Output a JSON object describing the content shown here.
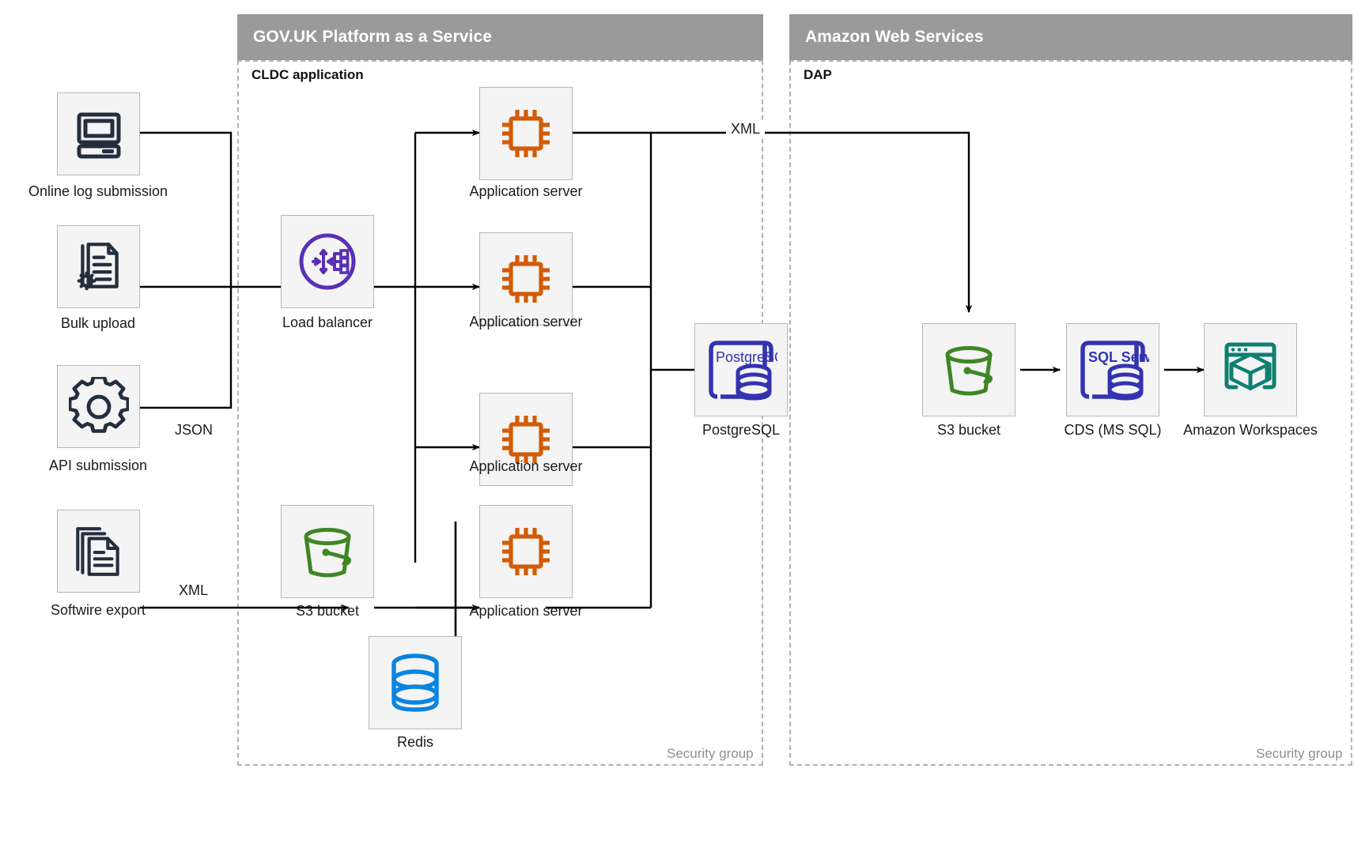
{
  "zones": [
    {
      "id": "paas",
      "title": "GOV.UK Platform as a Service",
      "group_title": "CLDC application",
      "security_label": "Security group"
    },
    {
      "id": "aws",
      "title": "Amazon Web Services",
      "group_title": "DAP",
      "security_label": "Security group"
    }
  ],
  "sources": [
    {
      "id": "online-log-submission",
      "label": "Online log submission",
      "icon": "desktop-computer-icon"
    },
    {
      "id": "bulk-upload",
      "label": "Bulk upload",
      "icon": "document-gear-icon"
    },
    {
      "id": "api-submission",
      "label": "API submission",
      "icon": "gear-icon"
    },
    {
      "id": "softwire-export",
      "label": "Softwire export",
      "icon": "documents-stack-icon"
    }
  ],
  "paas_nodes": [
    {
      "id": "load-balancer",
      "label": "Load balancer",
      "icon": "load-balancer-icon"
    },
    {
      "id": "app-server-1",
      "label": "Application server",
      "icon": "cpu-chip-icon"
    },
    {
      "id": "app-server-2",
      "label": "Application server",
      "icon": "cpu-chip-icon"
    },
    {
      "id": "app-server-3",
      "label": "Application server",
      "icon": "cpu-chip-icon"
    },
    {
      "id": "app-server-4",
      "label": "Application server",
      "icon": "cpu-chip-icon"
    },
    {
      "id": "postgresql",
      "label": "PostgreSQL",
      "icon": "postgresql-icon",
      "icon_text": "PostgreSQL"
    },
    {
      "id": "s3-bucket-paas",
      "label": "S3 bucket",
      "icon": "s3-bucket-icon"
    },
    {
      "id": "redis",
      "label": "Redis",
      "icon": "redis-database-icon"
    }
  ],
  "aws_nodes": [
    {
      "id": "s3-bucket-aws",
      "label": "S3 bucket",
      "icon": "s3-bucket-icon"
    },
    {
      "id": "cds-ms-sql",
      "label": "CDS (MS SQL)",
      "icon": "sql-server-icon",
      "icon_text": "SQL Server"
    },
    {
      "id": "amazon-workspaces",
      "label": "Amazon Workspaces",
      "icon": "amazon-workspaces-icon"
    }
  ],
  "edge_labels": [
    {
      "id": "json-label",
      "text": "JSON"
    },
    {
      "id": "xml-left-label",
      "text": "XML"
    },
    {
      "id": "xml-top-label",
      "text": "XML"
    }
  ],
  "colors": {
    "banner": "#9a9a9a",
    "tile_fill": "#f4f4f4",
    "tile_border": "#b8b8b8",
    "dark_icon": "#232f3e",
    "orange": "#d45b07",
    "purple": "#5a30b5",
    "blue_db": "#3333b2",
    "green": "#3f8624",
    "redis_blue": "#0a84e0",
    "teal": "#0d8070",
    "line": "#000000",
    "dashed": "#b3b3b3",
    "muted_text": "#8f8f8f"
  }
}
